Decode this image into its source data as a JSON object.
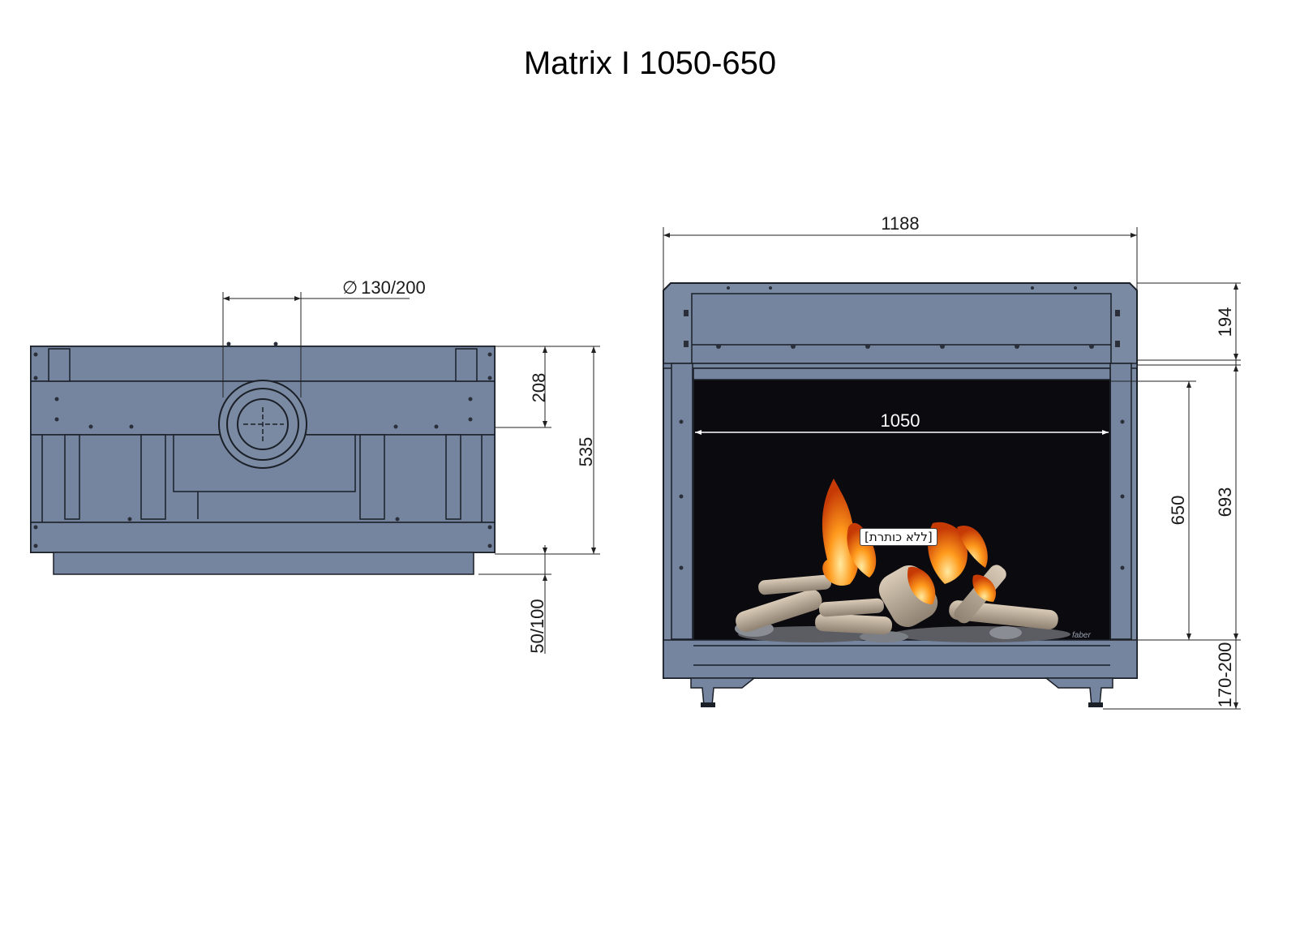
{
  "title": "Matrix I 1050-650",
  "top_view": {
    "flue_label": "130/200",
    "flue_symbol": "∅",
    "dim_208": "208",
    "dim_535": "535",
    "dim_50_100": "50/100"
  },
  "front_view": {
    "dim_1188": "1188",
    "dim_1050": "1050",
    "dim_194": "194",
    "dim_650": "650",
    "dim_693": "693",
    "dim_170_200": "170-200",
    "brand_mark": "faber",
    "caption": "[ללא כותרת]"
  },
  "colors": {
    "steel": "#7a8aa3",
    "glass": "#0b0a0f",
    "flame": "#f08a1c",
    "log": "#b9aa97"
  }
}
